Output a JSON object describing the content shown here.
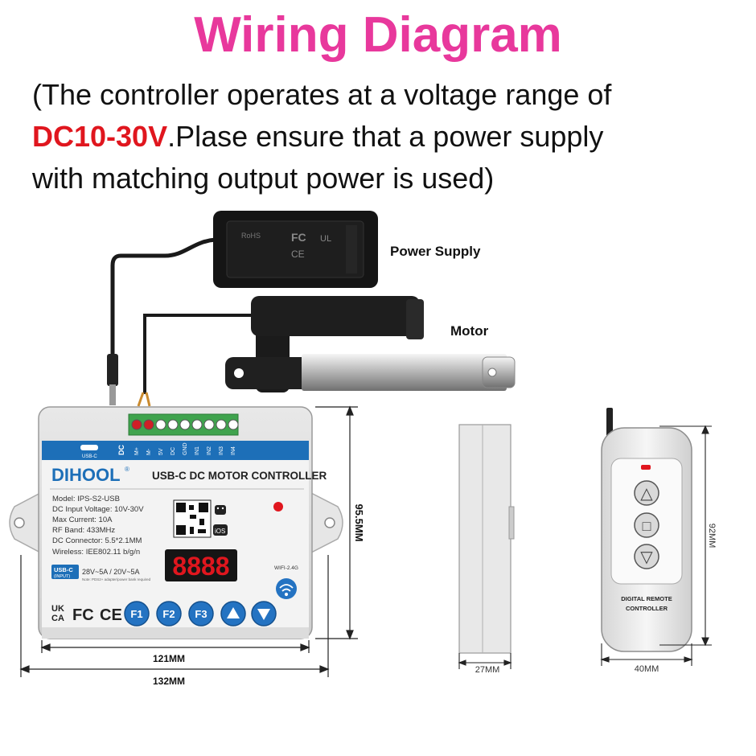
{
  "title": "Wiring Diagram",
  "subtitle": {
    "line1": "(The controller operates at a voltage range of",
    "highlight": "DC10-30V",
    "line2_rest": ".Plase ensure that  a power supply",
    "line3": "with matching output power is used)"
  },
  "labels": {
    "power_supply": "Power Supply",
    "motor": "Motor"
  },
  "controller": {
    "brand": "DIHOOL",
    "name": "USB-C DC MOTOR CONTROLLER",
    "terminals": [
      "M+",
      "M-",
      "5V",
      "DC",
      "GND",
      "IN1",
      "IN2",
      "IN3",
      "IN4"
    ],
    "usbc": "USB-C",
    "specs": [
      "Model: IPS-S2-USB",
      "DC Input Voltage: 10V-30V",
      "Max Current: 10A",
      "RF Band: 433MHz",
      "DC Connector: 5.5*2.1MM",
      "Wireless: IEE802.11 b/g/n"
    ],
    "usbc_badge": "USB-C",
    "usbc_badge_sub": "(INPUT)",
    "usbc_power": "28V~5A / 20V~5A",
    "usbc_note": "Note: PDS2+ adapter/power bank required",
    "display": "8888",
    "wifi": "WIFI-2.4G",
    "buttons": [
      "F1",
      "F2",
      "F3",
      "▲",
      "▼"
    ],
    "marks": [
      "UK CA",
      "FC",
      "CE"
    ],
    "ios": "iOS"
  },
  "dimensions": {
    "height": "95.5MM",
    "inner_width": "121MM",
    "outer_width": "132MM",
    "side_thickness": "27MM",
    "remote_width": "40MM",
    "remote_height": "92MM"
  },
  "remote": {
    "label_line1": "DIGITAL REMOTE",
    "label_line2": "CONTROLLER",
    "buttons": [
      "△",
      "□",
      "▽"
    ]
  },
  "colors": {
    "title": "#e8389c",
    "highlight": "#e0161e",
    "controller_blue": "#1d6fb8",
    "button_blue": "#2473c2"
  }
}
